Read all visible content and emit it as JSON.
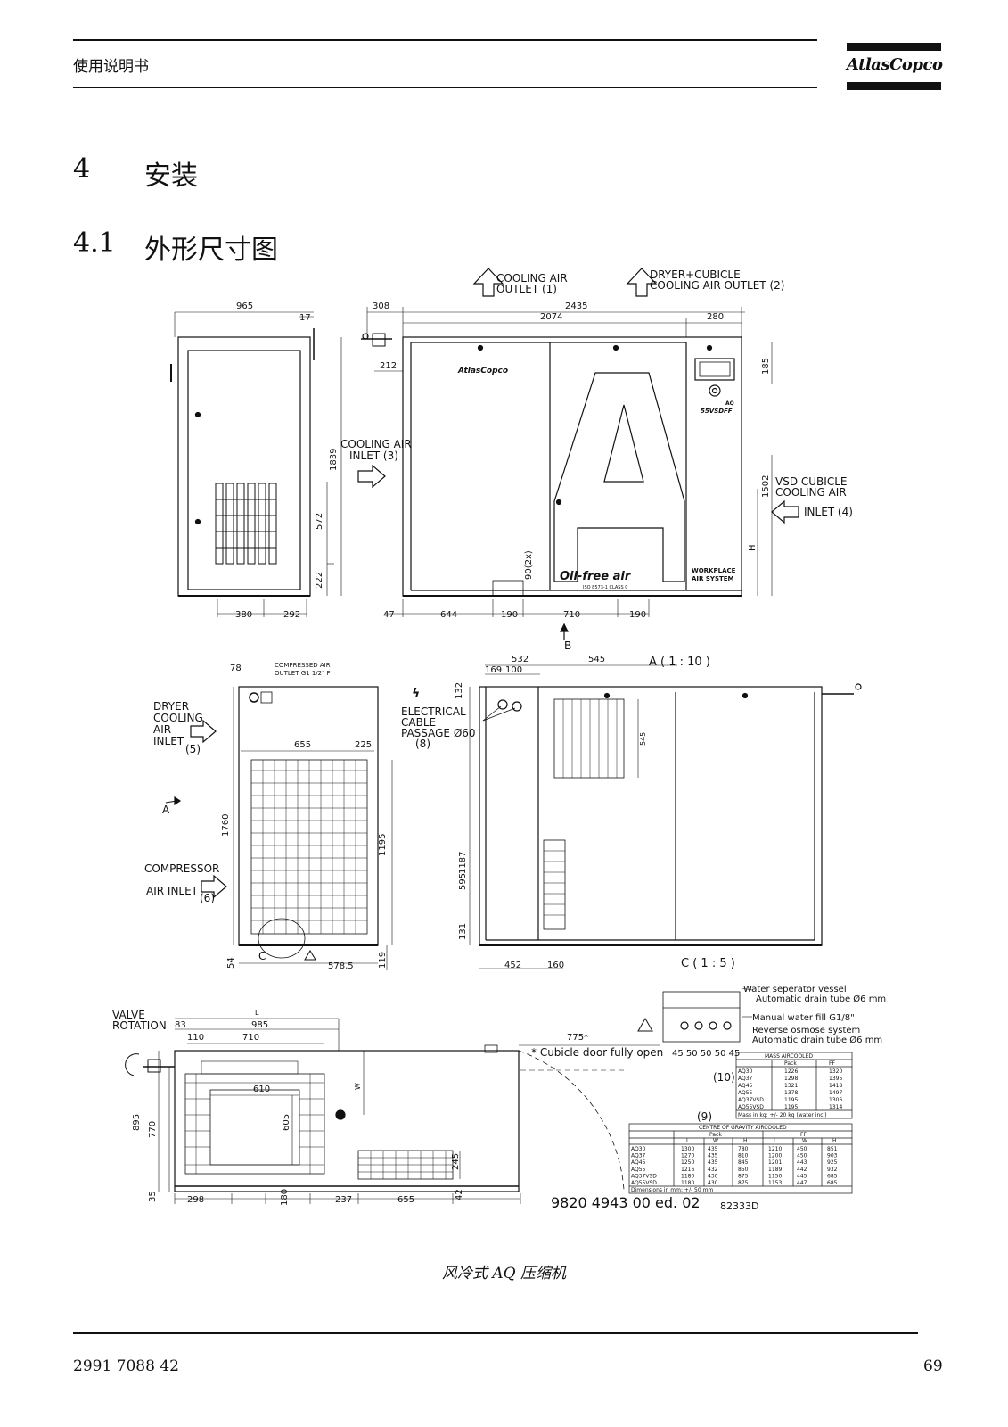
{
  "header": {
    "title": "使用说明书",
    "logo_text": "AtlasCopco"
  },
  "sections": [
    {
      "number": "4",
      "title": "安装"
    },
    {
      "number": "4.1",
      "title": "外形尺寸图"
    }
  ],
  "figure": {
    "outlets": {
      "cooling": [
        "COOLING AIR",
        "OUTLET (1)"
      ],
      "dryer": [
        "DRYER+CUBICLE",
        "COOLING AIR OUTLET  (2)"
      ]
    },
    "front_view": {
      "dims_top": [
        "965",
        "17",
        "308",
        "2435",
        "2074",
        "280"
      ],
      "dims_side": [
        "212",
        "1839",
        "572",
        "222",
        "185",
        "1502",
        "H",
        "90(2x)"
      ],
      "dims_bottom": [
        "380",
        "292",
        "47",
        "644",
        "190",
        "710",
        "190"
      ],
      "inlet3": [
        "COOLING AIR",
        "INLET (3)"
      ],
      "inlet4": [
        "VSD CUBICLE",
        "COOLING AIR",
        "INLET (4)"
      ],
      "marker_b": "B",
      "view_a": "A ( 1 : 10 )",
      "brand": "AtlasCopco",
      "letter": "A",
      "oilfree": "Oil-free air",
      "oilfree_sub": "ISO 8573-1 CLASS 0",
      "workplace": [
        "WORKPLACE",
        "AIR SYSTEM"
      ],
      "model": "AQ",
      "model_sub": "55VSDFF"
    },
    "side_view": {
      "dims_top": [
        "78",
        "655",
        "225"
      ],
      "compressed_outlet": [
        "COMPRESSED AIR",
        "OUTLET G1 1/2\" F"
      ],
      "dryer_inlet": [
        "DRYER",
        "COOLING",
        "AIR",
        "INLET"
      ],
      "dryer_inlet_no": "(5)",
      "compressor_inlet": [
        "COMPRESSOR",
        "AIR INLET"
      ],
      "compressor_inlet_no": "(6)",
      "marker_a": "A",
      "marker_c": "C",
      "dims": [
        "1760",
        "1195",
        "54",
        "578,5",
        "119"
      ]
    },
    "rear_view": {
      "dims_top": [
        "532",
        "545",
        "169",
        "100",
        "132"
      ],
      "electrical": [
        "ELECTRICAL",
        "CABLE",
        "PASSAGE Ø60"
      ],
      "electrical_no": "(8)",
      "dims": [
        "545",
        "1187",
        "595",
        "131",
        "452",
        "160"
      ],
      "view_c": "C ( 1 : 5 )"
    },
    "detail_c": {
      "labels": [
        "Water seperator vessel",
        "Automatic drain tube Ø6 mm",
        "Manual water fill G1/8\"",
        "Reverse osmose system",
        "Automatic drain tube Ø6 mm"
      ],
      "dims": "45 50 50 50 45"
    },
    "top_view": {
      "valve": [
        "VALVE",
        "ROTATION"
      ],
      "dims": [
        "L",
        "83",
        "985",
        "110",
        "710",
        "610",
        "W",
        "605",
        "895",
        "770",
        "245",
        "35",
        "298",
        "180",
        "237",
        "655",
        "42",
        "775*"
      ],
      "cubicle_note": "* Cubicle door fully open"
    },
    "mass_table": {
      "ref": "(10)",
      "title": "MASS AIRCOOLED",
      "columns": [
        "",
        "Pack",
        "FF"
      ],
      "rows": [
        [
          "AQ30",
          "1226",
          "1320"
        ],
        [
          "AQ37",
          "1298",
          "1395"
        ],
        [
          "AQ45",
          "1321",
          "1418"
        ],
        [
          "AQ55",
          "1378",
          "1497"
        ],
        [
          "AQ37VSD",
          "1195",
          "1306"
        ],
        [
          "AQ55VSD",
          "1195",
          "1314"
        ]
      ],
      "footer": "Mass in kg: +/- 20 kg (water incl)"
    },
    "cog_table": {
      "ref": "(9)",
      "title": "CENTRE OF GRAVITY AIRCOOLED",
      "groups": [
        "Pack",
        "FF"
      ],
      "columns": [
        "",
        "L",
        "W",
        "H",
        "L",
        "W",
        "H"
      ],
      "rows": [
        [
          "AQ30",
          "1300",
          "435",
          "780",
          "1210",
          "450",
          "851"
        ],
        [
          "AQ37",
          "1270",
          "435",
          "810",
          "1200",
          "450",
          "903"
        ],
        [
          "AQ45",
          "1250",
          "435",
          "845",
          "1201",
          "443",
          "925"
        ],
        [
          "AQ55",
          "1216",
          "432",
          "850",
          "1189",
          "442",
          "932"
        ],
        [
          "AQ37VSD",
          "1180",
          "430",
          "875",
          "1150",
          "445",
          "685"
        ],
        [
          "AQ55VSD",
          "1180",
          "430",
          "875",
          "1153",
          "447",
          "685"
        ]
      ],
      "footer": "Dimensions in mm: +/- 50 mm"
    },
    "drawing_number": "9820 4943 00 ed. 02",
    "drawing_code": "82333D"
  },
  "caption": "风冷式 AQ 压缩机",
  "footer": {
    "doc_number": "2991 7088 42",
    "page_number": "69"
  }
}
